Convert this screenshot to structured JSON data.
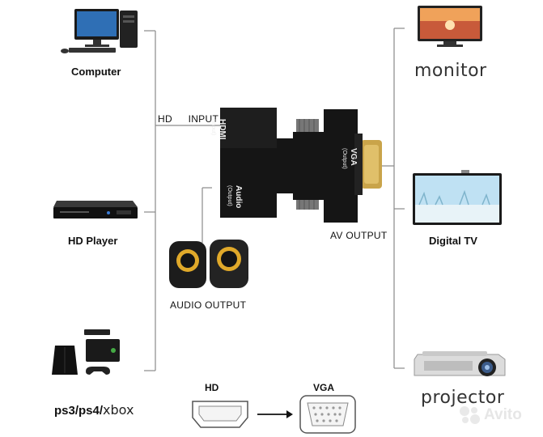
{
  "devices_left": {
    "computer": "Computer",
    "hd_player": "HD Player",
    "consoles_bold": "ps3/ps4/",
    "consoles_light": "xbox"
  },
  "devices_right": {
    "monitor": "monitor",
    "digital_tv": "Digital TV",
    "projector": "projector"
  },
  "adapter": {
    "hd_label": "HD",
    "input_label": "INPUT",
    "port_hdmi_text": "HDMI",
    "port_hdmi_sub": "(Input)",
    "port_audio_text": "Audio",
    "port_audio_sub": "(Output)",
    "port_vga_text": "VGA",
    "port_vga_sub": "(Output)"
  },
  "outputs": {
    "av_output": "AV OUTPUT",
    "audio_output": "AUDIO OUTPUT"
  },
  "legend": {
    "from": "HD",
    "to": "VGA"
  },
  "watermark": "Avito"
}
